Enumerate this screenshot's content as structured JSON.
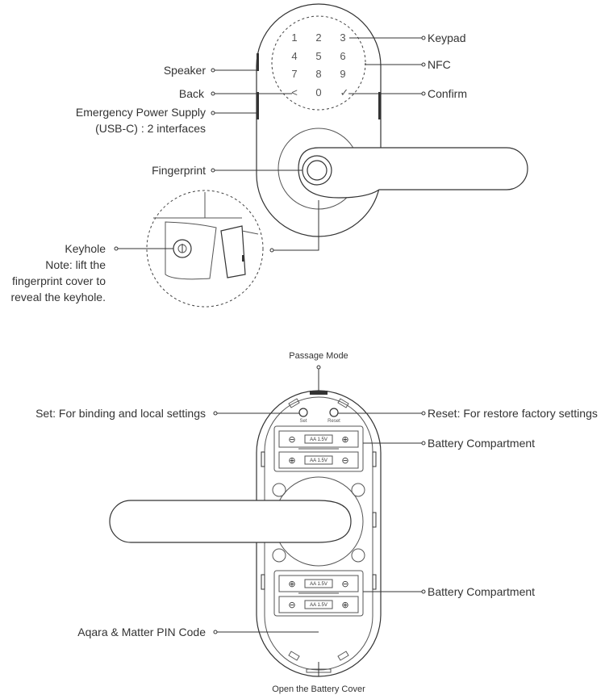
{
  "front": {
    "keypad_keys": [
      "1",
      "2",
      "3",
      "4",
      "5",
      "6",
      "7",
      "8",
      "9",
      "<",
      "0",
      "✓"
    ],
    "labels": {
      "keypad": "Keypad",
      "nfc": "NFC",
      "confirm": "Confirm",
      "speaker": "Speaker",
      "back": "Back",
      "emergency_line1": "Emergency Power Supply",
      "emergency_line2": "(USB-C) : 2 interfaces",
      "fingerprint": "Fingerprint",
      "keyhole_line1": "Keyhole",
      "keyhole_line2": "Note: lift the",
      "keyhole_line3": "fingerprint cover to",
      "keyhole_line4": "reveal the keyhole."
    }
  },
  "back": {
    "labels": {
      "passage_mode": "Passage Mode",
      "set": "Set: For binding and local settings",
      "reset": "Reset: For restore factory settings",
      "battery_top": "Battery Compartment",
      "battery_bottom": "Battery Compartment",
      "pin_code": "Aqara & Matter PIN  Code",
      "open_cover": "Open the Battery Cover"
    },
    "button_set": "Set",
    "button_reset": "Reset",
    "battery_label": "AA 1.5V"
  }
}
